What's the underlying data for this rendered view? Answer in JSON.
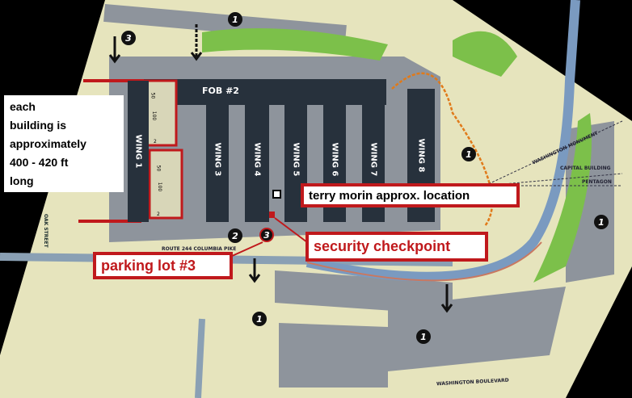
{
  "map": {
    "building_name": "FOB #2",
    "wings": [
      "WING 1",
      "WING 3",
      "WING 4",
      "WING 5",
      "WING 6",
      "WING 7",
      "WING 8"
    ],
    "roads": {
      "route": "ROUTE 244 COLUMBIA PIKE",
      "street": "OAK STREET",
      "boulevard": "WASHINGTON BOULEVARD"
    },
    "sightlines": [
      "WASHINGTON MONUMENT",
      "CAPITAL BUILDING",
      "PENTAGON"
    ],
    "markers": [
      "1",
      "1",
      "1",
      "1",
      "1",
      "2",
      "3",
      "3"
    ],
    "parking_labels": [
      "50",
      "100",
      "2",
      "50",
      "100",
      "2"
    ]
  },
  "annotations": {
    "building_length_note": [
      "each",
      "building is",
      "approximately",
      "400 - 420 ft",
      "long"
    ],
    "location_label": "terry morin approx. location",
    "checkpoint_label": "security checkpoint",
    "parking_label": "parking lot #3"
  },
  "colors": {
    "annotation_red": "#c0191c",
    "building": "#27313c",
    "parking": "#8e949c",
    "land": "#e6e4bd",
    "trees": "#7cc04a"
  }
}
